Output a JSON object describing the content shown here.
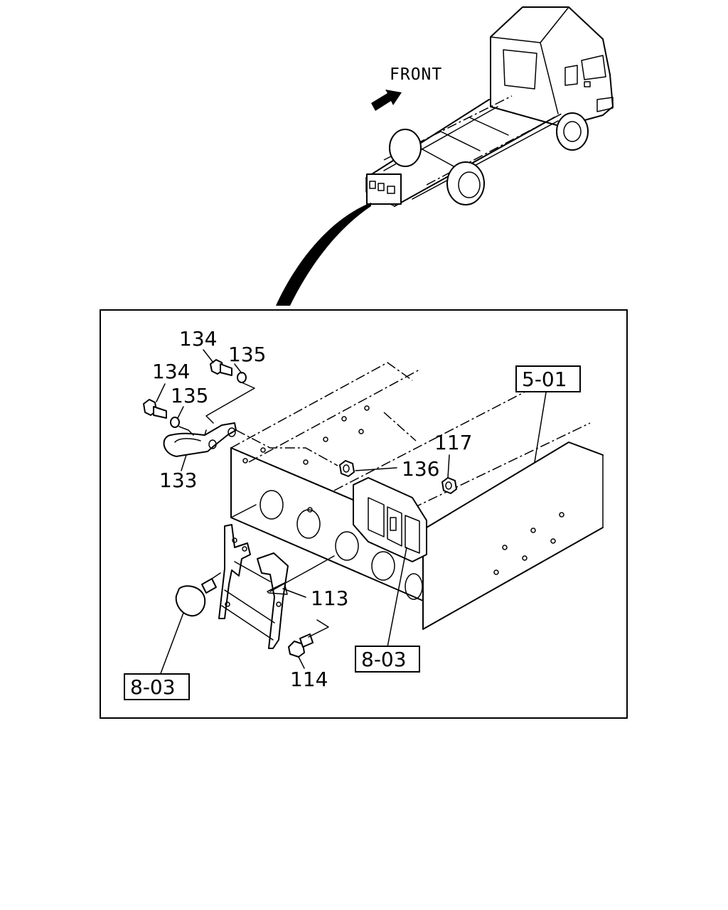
{
  "front_label": "FRONT",
  "callouts": {
    "c133": "133",
    "c134a": "134",
    "c134b": "134",
    "c135a": "135",
    "c135b": "135",
    "c136": "136",
    "c117": "117",
    "c113": "113",
    "c114": "114"
  },
  "references": {
    "r501": "5-01",
    "r803a": "8-03",
    "r803b": "8-03"
  }
}
